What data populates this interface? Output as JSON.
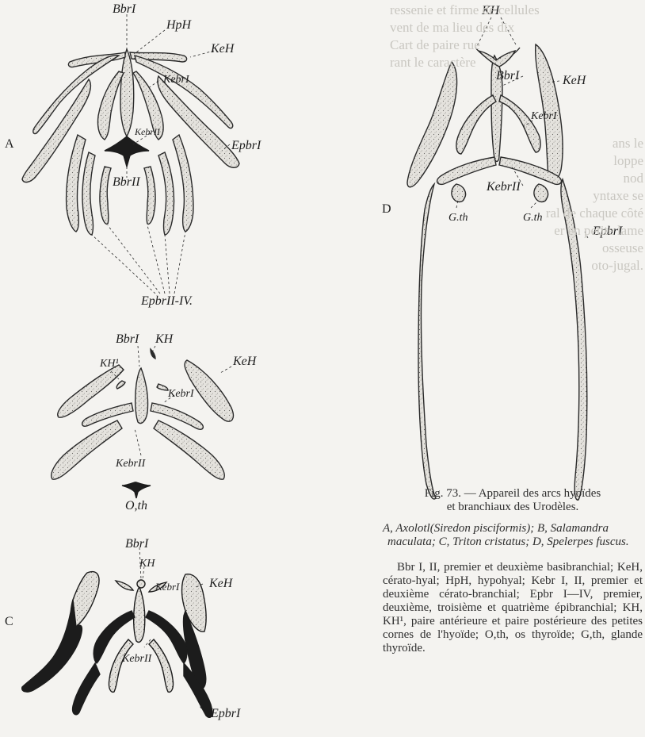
{
  "figure": {
    "panels": {
      "A": {
        "letter": "A",
        "labels": {
          "bbr1": "BbrI",
          "hph": "HpH",
          "keh": "KeH",
          "kebr1": "KebrI",
          "kebr2": "KebrII",
          "bbr2": "BbrII",
          "epbr1": "EpbrI",
          "epbr2_4": "EpbrII-IV."
        }
      },
      "B": {
        "labels": {
          "bbr1": "BbrI",
          "kh": "KH",
          "kh1": "KH¹",
          "keh": "KeH",
          "kebr1": "KebrI",
          "kebr2": "KebrII",
          "oth": "O,th"
        }
      },
      "C": {
        "letter": "C",
        "labels": {
          "bbr1": "BbrI",
          "kh": "KH",
          "keh": "KeH",
          "kebr1": "KebrI",
          "kebr2": "KebrII",
          "epbr1": "EpbrI"
        }
      },
      "D": {
        "letter": "D",
        "labels": {
          "kh": "KH",
          "bbr1": "BbrI",
          "keh": "KeH",
          "kebr1": "KebrI",
          "kebr2": "KebrII",
          "gth_left": "G.th",
          "gth_right": "G.th",
          "epbr1": "EpbrI"
        }
      }
    },
    "caption": {
      "title_line1": "Fig. 73. — Appareil des arcs hyoïdes",
      "title_line2": "et branchiaux des Urodèles.",
      "species_a": "A, Axolotl(Siredon pisciformis);",
      "species_b": "B, Salamandra maculata;",
      "species_c": "C, Triton cristatus;",
      "species_d": "D, Spelerpes fuscus.",
      "legend": "Bbr I, II, premier et deuxième basibranchial; KeH, cérato-hyal; HpH, hypohyal; Kebr I, II, premier et deuxième cérato-branchial; Epbr I—IV, premier, deuxième, troisième et quatrième épibranchial; KH, KH¹, paire antérieure et paire postérieure des petites cornes de l'hyoïde; O,th, os thyroïde; G,th, glande thyroïde."
    }
  },
  "bleed_text": {
    "top_fragments": [
      "ressenie et firme de cellules",
      "vent de ma lieu des dix",
      "Cart de paire rue",
      "rant le caractère"
    ],
    "right_fragments": [
      "ans le ",
      "loppe",
      "nod",
      "yntaxe se",
      "ral de chaque côté",
      "er en petite lame osseuse",
      "oto-jugal."
    ]
  }
}
